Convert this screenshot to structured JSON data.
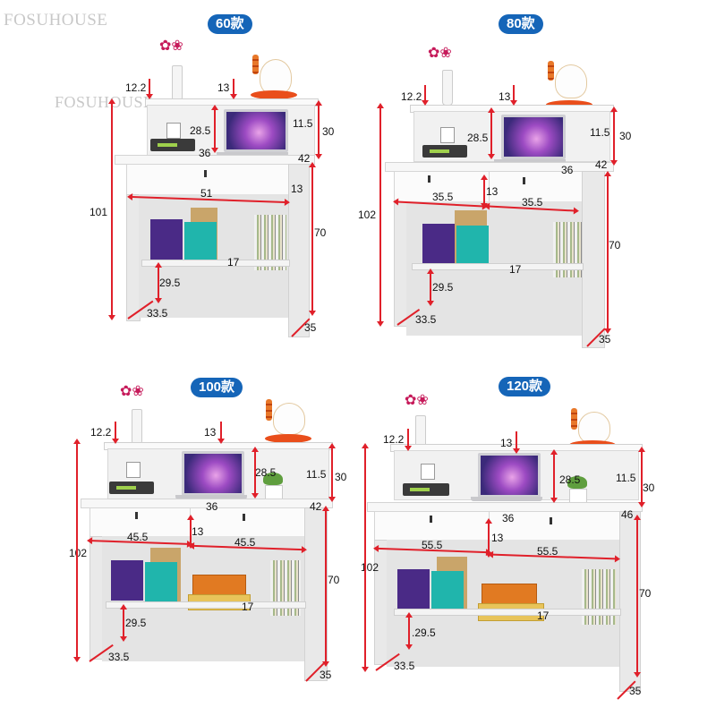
{
  "brand": {
    "watermark_top": "FOSUHOUSE",
    "watermark_overlay": "FOSUHOUSE"
  },
  "colors": {
    "badge_bg": "#1565b8",
    "dimension_arrow": "#e0202a",
    "furniture": "#f1f1f1"
  },
  "unit": "cm",
  "models": [
    {
      "badge": "60款",
      "dims": {
        "top_ledge": "12.2",
        "hutch_gap": "13",
        "hutch_inner_height": "28.5",
        "hutch_side_depth": "11.5",
        "hutch_height": "30",
        "desk_depth": "36",
        "top_depth": "42",
        "total_height": "101",
        "drawer_width": "51",
        "drawer_height": "13",
        "base_height": "70",
        "shelf_gap": "17",
        "shelf_height": "29.5",
        "side_depth": "33.5",
        "base_depth": "35"
      }
    },
    {
      "badge": "80款",
      "dims": {
        "top_ledge": "12.2",
        "hutch_gap": "13",
        "hutch_inner_height": "28.5",
        "hutch_side_depth": "11.5",
        "hutch_height": "30",
        "desk_depth": "36",
        "top_depth": "42",
        "total_height": "102",
        "drawer_width_left": "35.5",
        "drawer_width_right": "35.5",
        "drawer_height": "13",
        "base_height": "70",
        "shelf_gap": "17",
        "shelf_height": "29.5",
        "side_depth": "33.5",
        "base_depth": "35"
      }
    },
    {
      "badge": "100款",
      "dims": {
        "top_ledge": "12.2",
        "hutch_gap": "13",
        "hutch_inner_height": "28.5",
        "hutch_side_depth": "11.5",
        "hutch_height": "30",
        "desk_depth": "36",
        "top_depth": "42",
        "total_height": "102",
        "drawer_width_left": "45.5",
        "drawer_width_right": "45.5",
        "drawer_height": "13",
        "base_height": "70",
        "shelf_gap": "17",
        "shelf_height": "29.5",
        "side_depth": "33.5",
        "base_depth": "35"
      }
    },
    {
      "badge": "120款",
      "dims": {
        "top_ledge": "12.2",
        "hutch_gap": "13",
        "hutch_inner_height": "28.5",
        "hutch_side_depth": "11.5",
        "hutch_height": "30",
        "desk_depth": "36",
        "top_depth": "46",
        "total_height": "102",
        "drawer_width_left": "55.5",
        "drawer_width_right": "55.5",
        "drawer_height": "13",
        "base_height": "70",
        "shelf_gap": "17",
        "shelf_height": ".29.5",
        "side_depth": "33.5",
        "base_depth": "35"
      }
    }
  ]
}
